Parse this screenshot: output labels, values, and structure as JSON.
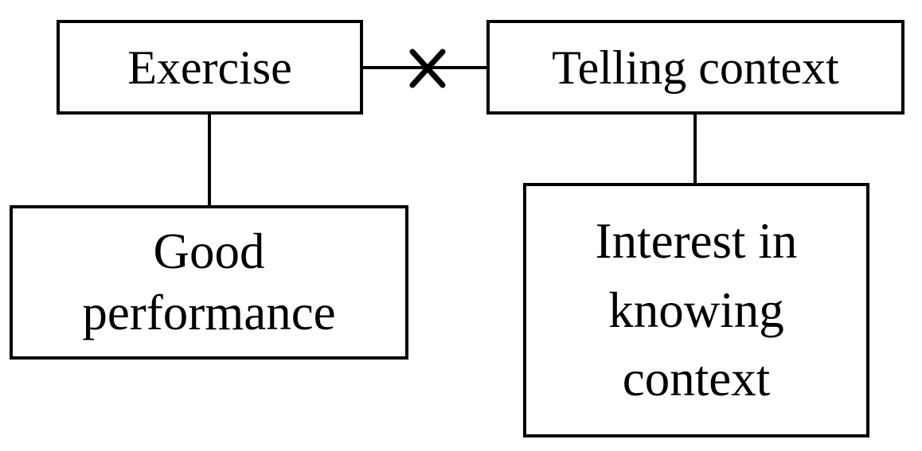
{
  "colors": {
    "background": "#ffffff",
    "line": "#000000",
    "text": "#000000"
  },
  "nodes": {
    "exercise": {
      "label": "Exercise",
      "lines": [
        "Exercise"
      ]
    },
    "telling_context": {
      "label": "Telling context",
      "lines": [
        "Telling context"
      ]
    },
    "good_performance": {
      "label": "Good performance",
      "lines": [
        "Good",
        "performance"
      ]
    },
    "interest_in_knowing_context": {
      "label": "Interest in knowing context",
      "lines": [
        "Interest in",
        "knowing",
        "context"
      ]
    }
  },
  "edges": [
    {
      "from": "Exercise",
      "to": "Telling context",
      "relation": "no-relation",
      "marker": "x-cross"
    },
    {
      "from": "Exercise",
      "to": "Good performance",
      "relation": "link",
      "marker": "none"
    },
    {
      "from": "Telling context",
      "to": "Interest in knowing context",
      "relation": "link",
      "marker": "none"
    }
  ]
}
